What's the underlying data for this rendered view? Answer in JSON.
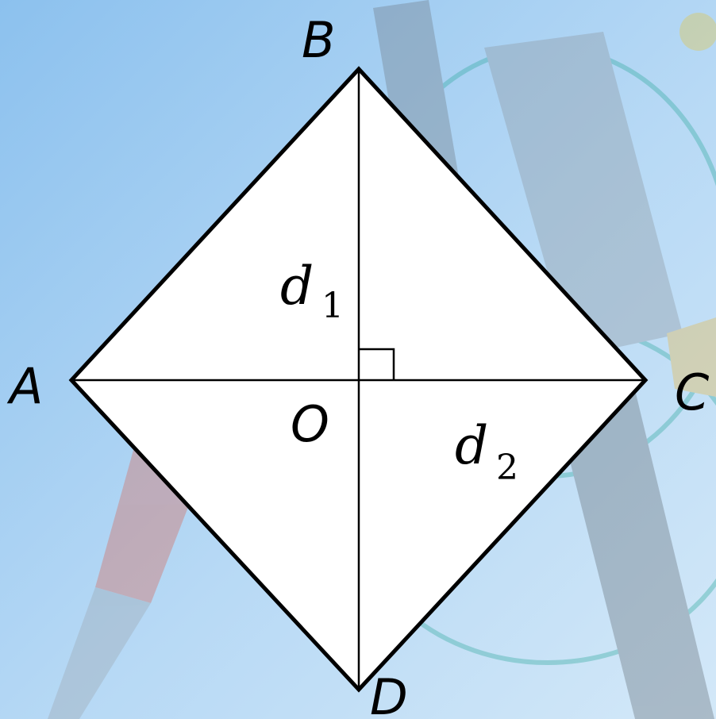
{
  "figure": {
    "shape": "rhombus",
    "vertices": {
      "A": "A",
      "B": "B",
      "C": "C",
      "D": "D",
      "O": "O"
    },
    "diagonals": {
      "d1": {
        "symbol": "d",
        "subscript": "1"
      },
      "d2": {
        "symbol": "d",
        "subscript": "2"
      }
    },
    "right_angle_at": "O"
  },
  "colors": {
    "background_top": "#8fc3ee",
    "background_bottom": "#cfe6f8",
    "fill": "#ffffff",
    "stroke": "#000000"
  }
}
